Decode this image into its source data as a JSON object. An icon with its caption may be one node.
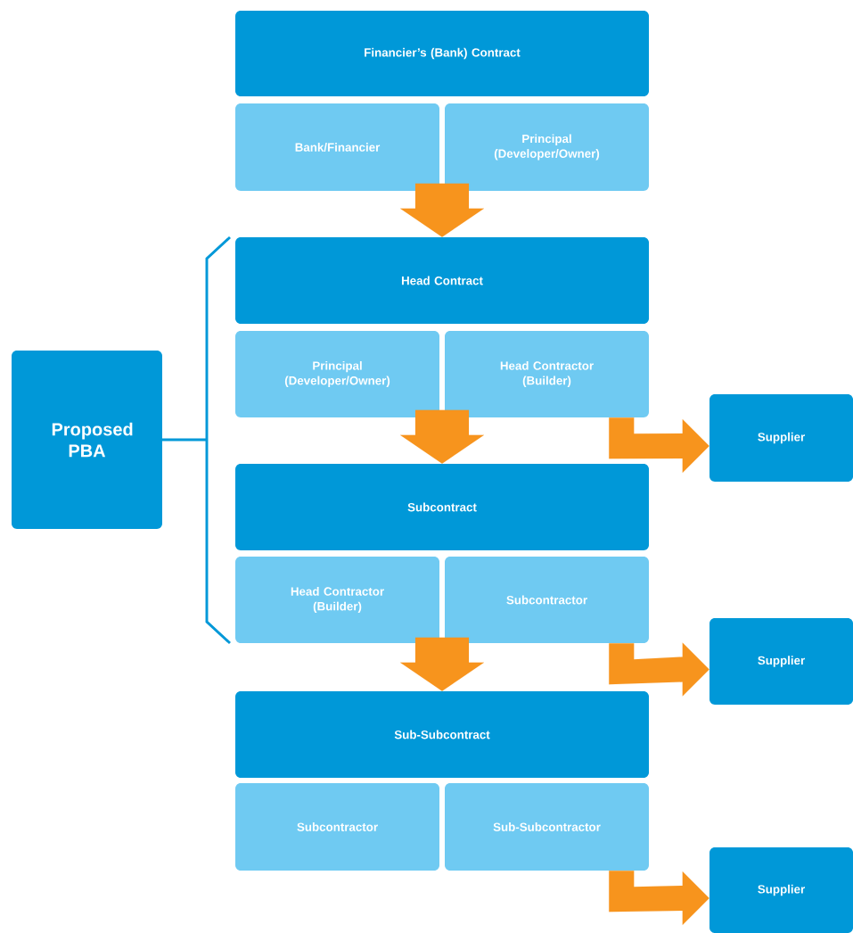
{
  "diagram": {
    "nodes": [
      {
        "text": [
          "Financier’s (Bank) Contract"
        ]
      },
      {
        "text": [
          "Bank/Financier"
        ]
      },
      {
        "text": [
          "Principal (Developer/Owner)"
        ]
      },
      {
        "text": [
          "Head Contract"
        ]
      },
      {
        "text": [
          "Principal (Developer/Owner)"
        ]
      },
      {
        "text": [
          "Head Contractor (Builder)"
        ]
      },
      {
        "text": [
          "Proposed PBA"
        ]
      },
      {
        "text": [
          "Supplier"
        ]
      },
      {
        "text": [
          "Subcontract"
        ]
      },
      {
        "text": [
          "Head Contractor (Builder)"
        ]
      },
      {
        "text": [
          "Subcontractor"
        ]
      },
      {
        "text": [
          "Supplier"
        ]
      },
      {
        "text": [
          "Sub-Subcontract"
        ]
      },
      {
        "text": [
          "Subcontractor"
        ]
      },
      {
        "text": [
          "Sub-Subcontractor"
        ]
      },
      {
        "text": [
          "Supplier"
        ]
      }
    ],
    "edges": [
      {
        "from": null,
        "to": 3,
        "arrow": "to",
        "style": "thick"
      },
      {
        "from": null,
        "to": 8,
        "arrow": "to",
        "style": "thick"
      },
      {
        "from": null,
        "to": 12,
        "arrow": "to",
        "style": "thick"
      },
      {
        "from": 5,
        "to": 7,
        "arrow": "to",
        "style": "thick"
      },
      {
        "from": 10,
        "to": 11,
        "arrow": "to",
        "style": "thick"
      },
      {
        "from": 14,
        "to": 15,
        "arrow": "to",
        "style": "thick"
      }
    ]
  }
}
